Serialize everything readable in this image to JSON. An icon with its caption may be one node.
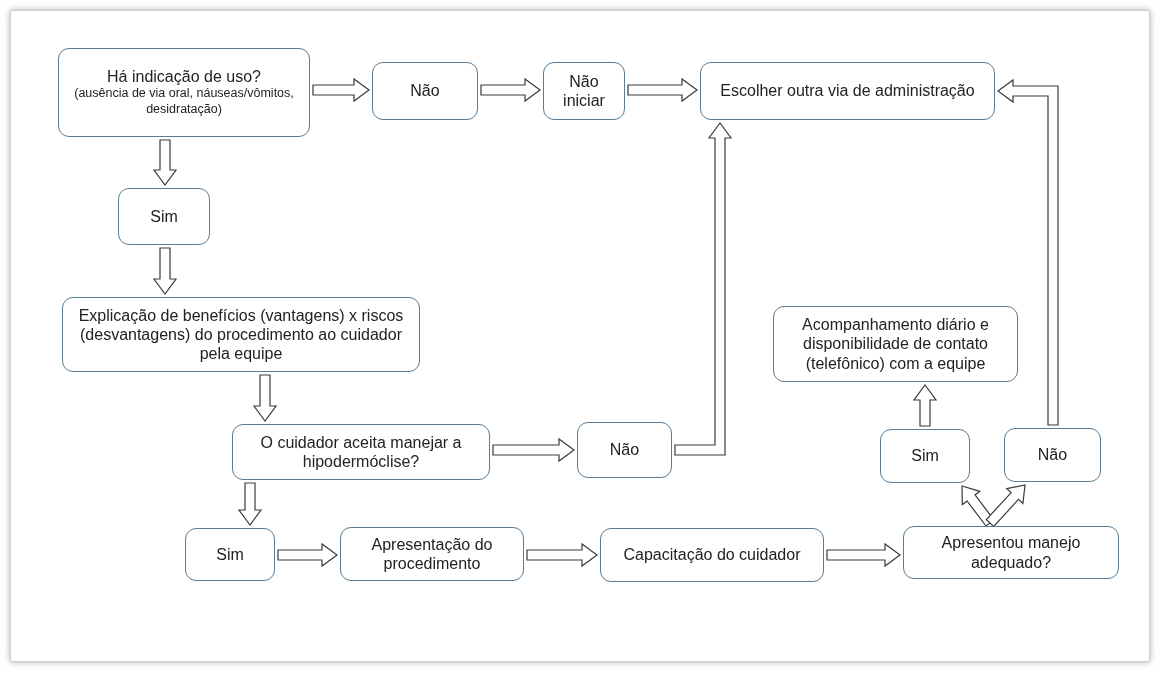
{
  "diagram": {
    "nodes": [
      {
        "text": [
          "Há indicação de uso?",
          "(ausência de via oral, náuseas/vômitos, desidratação)"
        ]
      },
      {
        "text": [
          "Não"
        ]
      },
      {
        "text": [
          "Não iniciar"
        ]
      },
      {
        "text": [
          "Escolher outra via de administração"
        ]
      },
      {
        "text": [
          "Sim"
        ]
      },
      {
        "text": [
          "Explicação de benefícios (vantagens) x riscos (desvantagens) do procedimento ao cuidador pela equipe"
        ]
      },
      {
        "text": [
          "O cuidador aceita manejar a hipodermóclise?"
        ]
      },
      {
        "text": [
          "Não"
        ]
      },
      {
        "text": [
          "Acompanhamento diário e disponibilidade de contato (telefônico) com a equipe"
        ]
      },
      {
        "text": [
          "Sim"
        ]
      },
      {
        "text": [
          "Não"
        ]
      },
      {
        "text": [
          "Sim"
        ]
      },
      {
        "text": [
          "Apresentação do procedimento"
        ]
      },
      {
        "text": [
          "Capacitação do cuidador"
        ]
      },
      {
        "text": [
          "Apresentou manejo adequado?"
        ]
      }
    ],
    "edges": [
      {
        "from": 0,
        "to": 1,
        "arrow": "to"
      },
      {
        "from": 1,
        "to": 2,
        "arrow": "to"
      },
      {
        "from": 2,
        "to": 3,
        "arrow": "to"
      },
      {
        "from": 0,
        "to": 4,
        "arrow": "to"
      },
      {
        "from": 4,
        "to": 5,
        "arrow": "to"
      },
      {
        "from": 5,
        "to": 6,
        "arrow": "to"
      },
      {
        "from": 6,
        "to": 7,
        "arrow": "to"
      },
      {
        "from": 7,
        "to": 3,
        "arrow": "to"
      },
      {
        "from": 6,
        "to": 11,
        "arrow": "to"
      },
      {
        "from": 11,
        "to": 12,
        "arrow": "to"
      },
      {
        "from": 12,
        "to": 13,
        "arrow": "to"
      },
      {
        "from": 13,
        "to": 14,
        "arrow": "to"
      },
      {
        "from": 14,
        "to": 9,
        "arrow": "to"
      },
      {
        "from": 14,
        "to": 10,
        "arrow": "to"
      },
      {
        "from": 9,
        "to": 8,
        "arrow": "to"
      },
      {
        "from": 10,
        "to": 3,
        "arrow": "to"
      }
    ]
  }
}
